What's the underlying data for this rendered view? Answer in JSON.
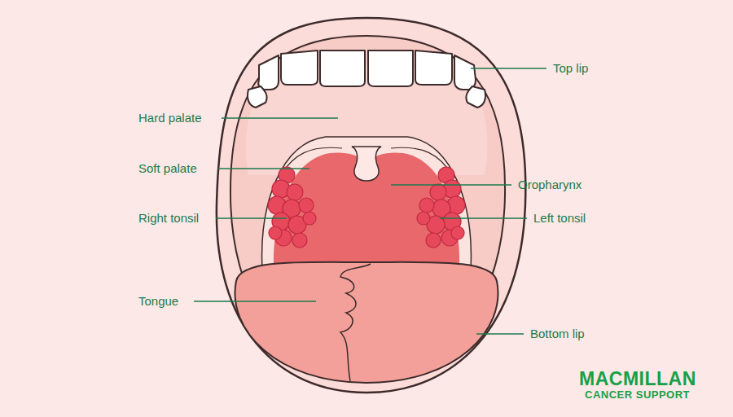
{
  "diagram": {
    "labels": [
      "Top lip",
      "Hard palate",
      "Soft palate",
      "Oropharynx",
      "Right tonsil",
      "Left tonsil",
      "Tongue",
      "Bottom lip",
      "MACMILLAN",
      "CANCER SUPPORT"
    ]
  }
}
